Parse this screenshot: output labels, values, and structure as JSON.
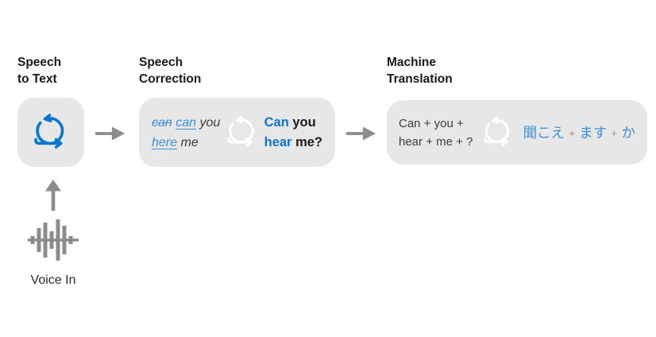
{
  "colors": {
    "accent_blue": "#0b76d1",
    "soft_blue": "#3e90da",
    "block_bg": "#e7e7e7",
    "arrow_gray": "#8c8c8c",
    "heading_text": "#1a1a1a",
    "body_text": "#3c3c3c"
  },
  "stages": {
    "speech_to_text": {
      "title": "Speech\nto Text",
      "icon": "iteration-loop-icon"
    },
    "speech_correction": {
      "title": "Speech\nCorrection",
      "icon": "iteration-loop-icon",
      "input": {
        "struck_word": "can",
        "corrected_word": "can",
        "tail_1": "you",
        "misheard_word": "here",
        "tail_2": "me"
      },
      "output": {
        "highlight_1": "Can",
        "plain_1": "you",
        "highlight_2": "hear",
        "plain_2": "me?"
      }
    },
    "machine_translation": {
      "title": "Machine\nTranslation",
      "icon": "iteration-loop-icon",
      "source_tokens": "Can + you +\nhear + me + ?",
      "target_words": [
        "聞こえ",
        "ます",
        "か"
      ],
      "separator": "+"
    }
  },
  "flow": {
    "stage_arrow_icon": "arrow-right-icon",
    "input_arrow_icon": "arrow-up-icon"
  },
  "voice_input": {
    "label": "Voice In",
    "icon": "audio-waveform-icon"
  }
}
